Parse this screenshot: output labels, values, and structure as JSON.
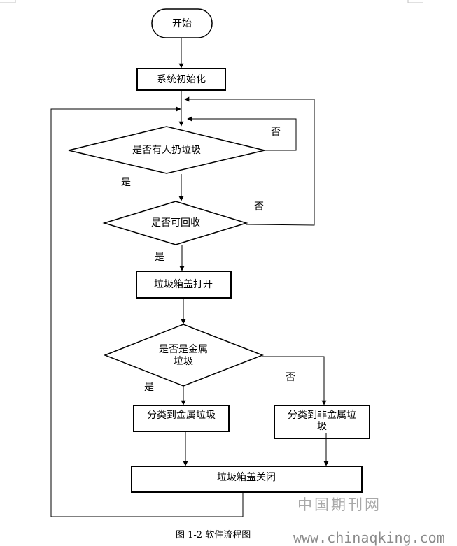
{
  "diagram": {
    "type": "flowchart",
    "nodes": {
      "start": {
        "shape": "terminator",
        "label": "开始"
      },
      "init": {
        "shape": "process",
        "label": "系统初始化"
      },
      "d_trash": {
        "shape": "decision",
        "label": "是否有人扔垃圾"
      },
      "d_recyclable": {
        "shape": "decision",
        "label": "是否可回收"
      },
      "open_lid": {
        "shape": "process",
        "label": "垃圾箱盖打开"
      },
      "d_metal": {
        "shape": "decision",
        "label_lines": [
          "是否是金属",
          "垃圾"
        ]
      },
      "to_metal": {
        "shape": "process",
        "label": "分类到金属垃圾"
      },
      "to_nonmetal": {
        "shape": "process",
        "label_lines": [
          "分类到非金属垃",
          "圾"
        ]
      },
      "close_lid": {
        "shape": "process",
        "label": "垃圾箱盖关闭"
      }
    },
    "edges": [
      {
        "from": "start",
        "to": "init",
        "label": ""
      },
      {
        "from": "init",
        "to": "d_trash",
        "label": ""
      },
      {
        "from": "d_trash",
        "to": "d_trash",
        "label": "否"
      },
      {
        "from": "d_trash",
        "to": "d_recyclable",
        "label": "是"
      },
      {
        "from": "d_recyclable",
        "to": "d_trash",
        "label": "否"
      },
      {
        "from": "d_recyclable",
        "to": "open_lid",
        "label": "是"
      },
      {
        "from": "open_lid",
        "to": "d_metal",
        "label": ""
      },
      {
        "from": "d_metal",
        "to": "to_metal",
        "label": "是"
      },
      {
        "from": "d_metal",
        "to": "to_nonmetal",
        "label": "否"
      },
      {
        "from": "to_metal",
        "to": "close_lid",
        "label": ""
      },
      {
        "from": "to_nonmetal",
        "to": "close_lid",
        "label": ""
      },
      {
        "from": "close_lid",
        "to": "d_trash",
        "label": ""
      }
    ],
    "edge_labels": {
      "trash_no": "否",
      "trash_yes": "是",
      "recyclable_no": "否",
      "recyclable_yes": "是",
      "metal_yes": "是",
      "metal_no": "否"
    }
  },
  "caption": "图 1-2 软件流程图",
  "watermark": {
    "site_name": "中国期刊网",
    "url": "www.chinaqking.com"
  },
  "colors": {
    "line": "#000000",
    "watermark_text": "#a8a8a8",
    "watermark_url": "#8a8a8a"
  }
}
